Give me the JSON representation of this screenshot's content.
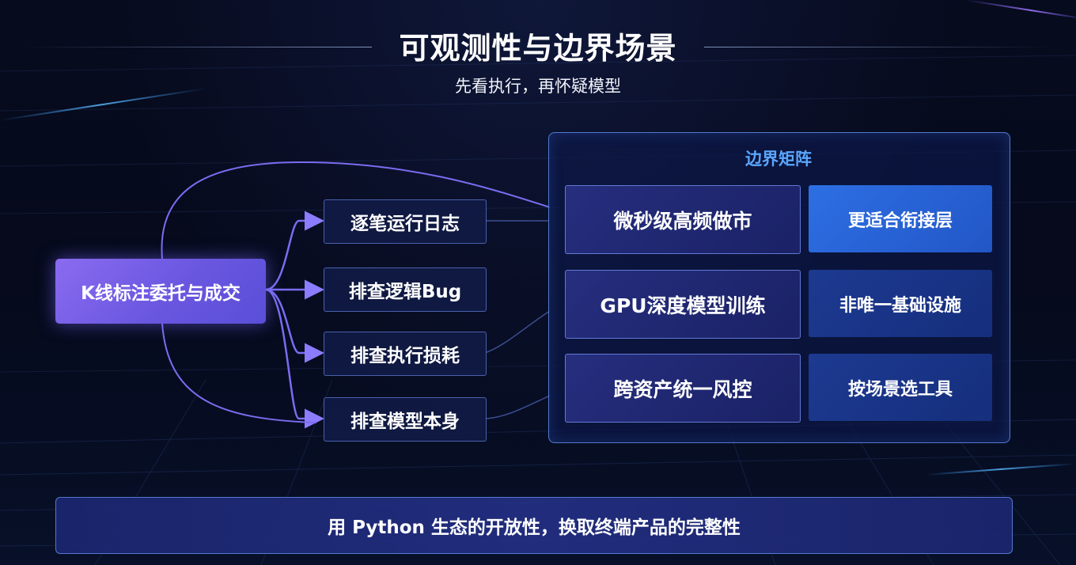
{
  "header": {
    "title": "可观测性与边界场景",
    "subtitle": "先看执行，再怀疑模型"
  },
  "diagram": {
    "root": "K线标注委托与成交",
    "branches": [
      "逐笔运行日志",
      "排查逻辑Bug",
      "排查执行损耗",
      "排查模型本身"
    ]
  },
  "matrix": {
    "title": "边界矩阵",
    "rows": [
      {
        "scenario": "微秒级高频做市",
        "verdict": "更适合衔接层"
      },
      {
        "scenario": "GPU深度模型训练",
        "verdict": "非唯一基础设施"
      },
      {
        "scenario": "跨资产统一风控",
        "verdict": "按场景选工具"
      }
    ]
  },
  "footer": {
    "text": "用 Python 生态的开放性，换取终端产品的完整性"
  },
  "colors": {
    "background": "#05091a",
    "root_node": "#7a62ec",
    "connector": "#7b6cf0",
    "matrix_title": "#5aa6ff",
    "highlight_cell": "#2d6fe4"
  }
}
